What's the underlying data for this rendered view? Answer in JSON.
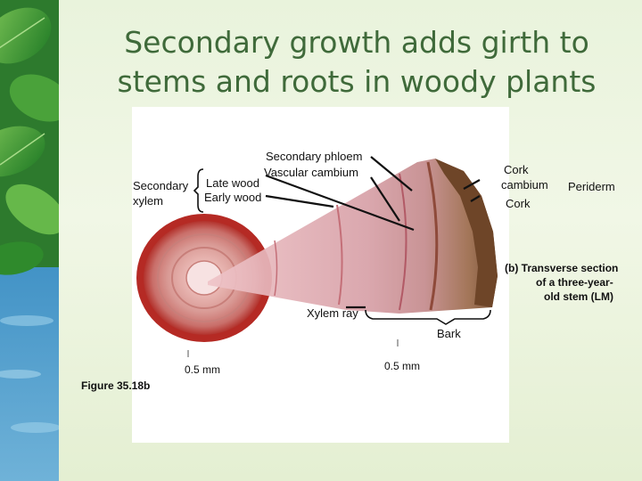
{
  "slide": {
    "title_line1": "Secondary growth adds girth to",
    "title_line2": "stems and roots in woody plants"
  },
  "figure": {
    "labels": {
      "secondary_phloem": "Secondary phloem",
      "vascular_cambium": "Vascular cambium",
      "late_wood": "Late wood",
      "early_wood": "Early wood",
      "secondary_xylem_1": "Secondary",
      "secondary_xylem_2": "xylem",
      "cork_cambium_1": "Cork",
      "cork_cambium_2": "cambium",
      "cork": "Cork",
      "periderm": "Periderm",
      "caption_line1": "(b) Transverse section",
      "caption_line2": "of a three-year-",
      "caption_line3": "old stem (LM)",
      "xylem_ray": "Xylem ray",
      "bark": "Bark",
      "scale_left": "0.5 mm",
      "scale_right": "0.5 mm",
      "figure_number": "Figure 35.18b"
    }
  },
  "colors": {
    "title": "#3f6a3a",
    "leaf_green": "#2f8a2c",
    "water_blue": "#3d8fc4",
    "wood_pink": "#c98a8a",
    "bark_brown": "#7a4a2a"
  }
}
